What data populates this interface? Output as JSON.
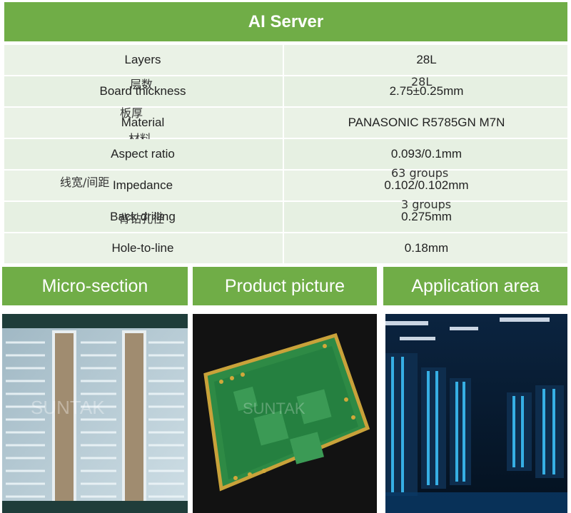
{
  "header": {
    "title": "AI Server"
  },
  "specs": [
    {
      "label": "Layers",
      "value": "28L"
    },
    {
      "label": "Board thickness",
      "value": "2.75±0.25mm"
    },
    {
      "label": "Material",
      "value": "PANASONIC R5785GN M7N"
    },
    {
      "label": "Aspect ratio",
      "value": "0.093/0.1mm"
    },
    {
      "label": "Impedance",
      "value": "0.102/0.102mm"
    },
    {
      "label": "Back drilling",
      "value": "0.275mm"
    },
    {
      "label": "Hole-to-line",
      "value": "0.18mm"
    }
  ],
  "ghost_text": {
    "layers_cn": "层数",
    "value_28l": "28L",
    "thickness_cn": "板厚",
    "material_cn": "材料",
    "line_cn": "线宽/间距",
    "impedance_groups": "63 groups",
    "back_drill_cn": "背钻孔径",
    "back_drill_groups": "3 groups"
  },
  "sections": [
    {
      "title": "Micro-section"
    },
    {
      "title": "Product picture"
    },
    {
      "title": "Application area"
    }
  ],
  "watermark": "SUNTAK",
  "colors": {
    "accent": "#70ad47",
    "row_bg": "#eaf2e6",
    "pcb_green": "#1f7a3a"
  }
}
